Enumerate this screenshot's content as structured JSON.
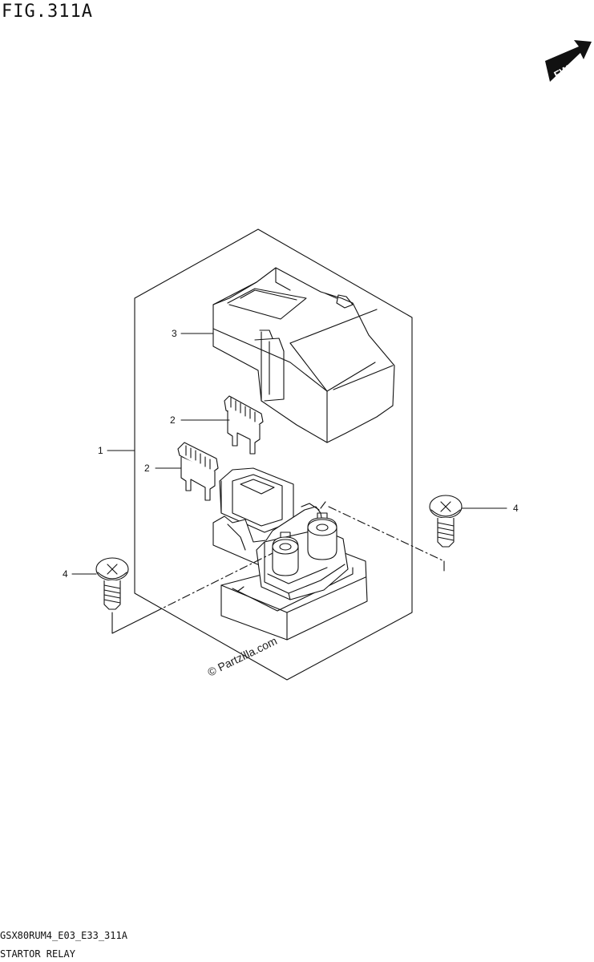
{
  "figure": {
    "title": "FIG.311A",
    "direction_badge": "FWD",
    "watermark": "© Partzilla.com",
    "model_code": "GSX80RUM4_E03_E33_311A",
    "section_name": "STARTOR RELAY"
  },
  "callouts": [
    {
      "id": "callout-1",
      "label": "1"
    },
    {
      "id": "callout-2a",
      "label": "2"
    },
    {
      "id": "callout-2b",
      "label": "2"
    },
    {
      "id": "callout-3",
      "label": "3"
    },
    {
      "id": "callout-4-right",
      "label": "4"
    },
    {
      "id": "callout-4-left",
      "label": "4"
    }
  ],
  "icons": {
    "fwd": "forward-arrow-icon",
    "screw": "screw-icon",
    "fuse": "fuse-icon",
    "relay": "starter-relay-icon",
    "cover": "relay-cover-icon"
  }
}
